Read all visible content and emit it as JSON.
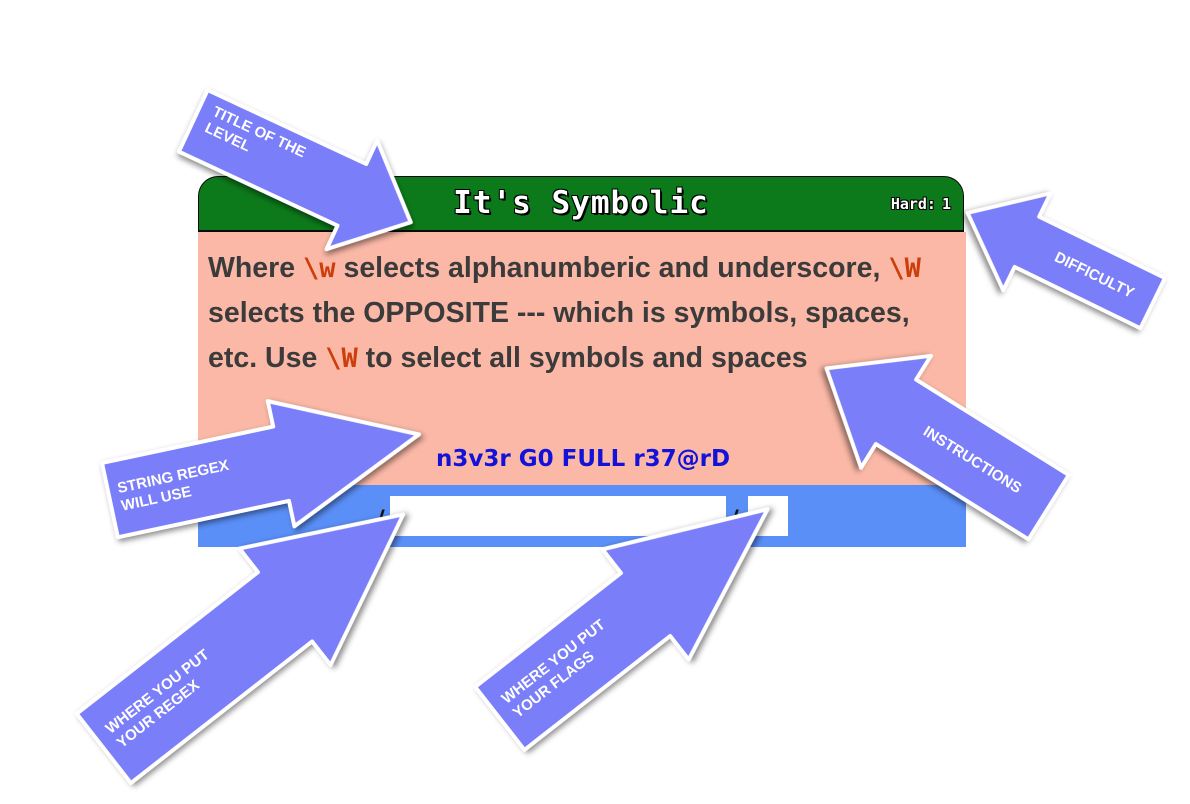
{
  "level": {
    "title": "It's Symbolic",
    "difficulty_label": "Hard:",
    "difficulty_value": "1",
    "instructions": {
      "part1": "Where ",
      "code1": "\\w",
      "part2": " selects alphanumberic and underscore, ",
      "code2": "\\W",
      "part3": " selects the OPPOSITE --- which is symbols, spaces, etc. Use ",
      "code3": "\\W",
      "part4": " to select all symbols and spaces"
    },
    "test_string": "n3v3r G0 FULL r37@rD",
    "regex_delimiter_open": "/",
    "regex_delimiter_close": "/",
    "regex_value": "",
    "flags_value": ""
  },
  "annotations": {
    "title_line1": "TITLE OF THE",
    "title_line2": "LEVEL",
    "difficulty": "DIFFICULTY",
    "instructions": "INSTRUCTIONS",
    "string_line1": "STRING REGEX",
    "string_line2": "WILL USE",
    "regex_line1": "WHERE YOU PUT",
    "regex_line2": "YOUR REGEX",
    "flags_line1": "WHERE YOU PUT",
    "flags_line2": "YOUR FLAGS"
  },
  "colors": {
    "header_green": "#0c7a1b",
    "body_salmon": "#fbb8a6",
    "footer_blue": "#5a8ff8",
    "code_orange": "#cc3f0c",
    "test_string_blue": "#1212d8",
    "arrow_fill": "#7b7ef9"
  }
}
